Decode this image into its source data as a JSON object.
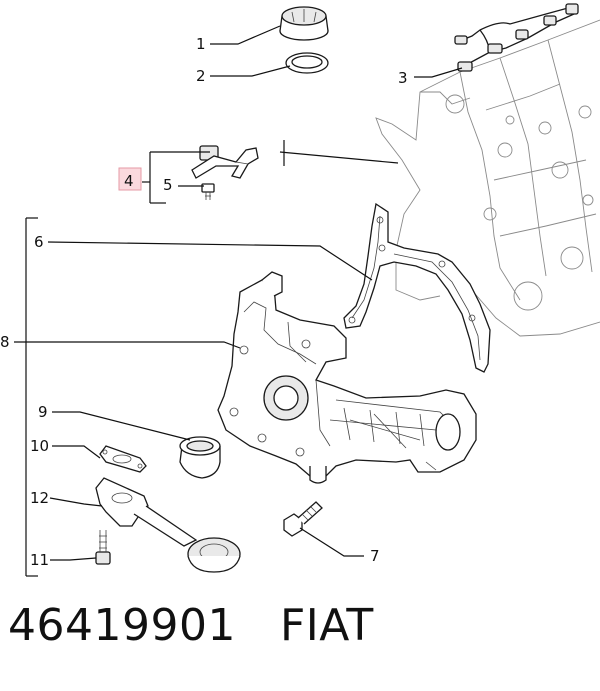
{
  "callouts": {
    "c1": "1",
    "c2": "2",
    "c3": "3",
    "c4": "4",
    "c5": "5",
    "c6": "6",
    "c7": "7",
    "c8": "8",
    "c9": "9",
    "c10": "10",
    "c11": "11",
    "c12": "12"
  },
  "highlight": {
    "callout": "4",
    "fill": "#fbd9de",
    "stroke": "#e59aa6"
  },
  "caption": {
    "part_number": "46419901",
    "brand": "FIAT"
  }
}
